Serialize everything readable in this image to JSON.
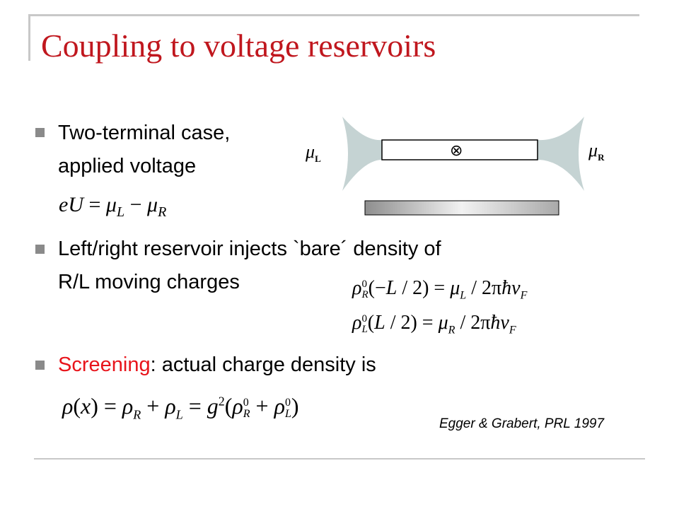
{
  "title": "Coupling to voltage reservoirs",
  "bullets": [
    {
      "line1": "Two-terminal case,",
      "line2": "applied voltage"
    },
    {
      "line1": "Left/right reservoir injects `bare´ density of",
      "line2": "R/L moving charges"
    },
    {
      "highlight": "Screening",
      "rest": ": actual charge density is"
    }
  ],
  "equations": {
    "eU": "eU = μ_L − μ_R",
    "rhoR0": "ρ_R^0(−L / 2) = μ_L / 2πħv_F",
    "rhoL0": "ρ_L^0(L / 2) = μ_R / 2πħv_F",
    "rho_x": "ρ(x) = ρ_R + ρ_L = g²(ρ_R^0 + ρ_L^0)"
  },
  "diagram": {
    "mu_left": "μL",
    "mu_right": "μR",
    "center_symbol": "⊗"
  },
  "citation": "Egger & Grabert, PRL 1997",
  "colors": {
    "title": "#c0171e",
    "highlight": "#e8141b",
    "reservoir": "#c5d3d3",
    "bullet": "#8a8a8a"
  }
}
